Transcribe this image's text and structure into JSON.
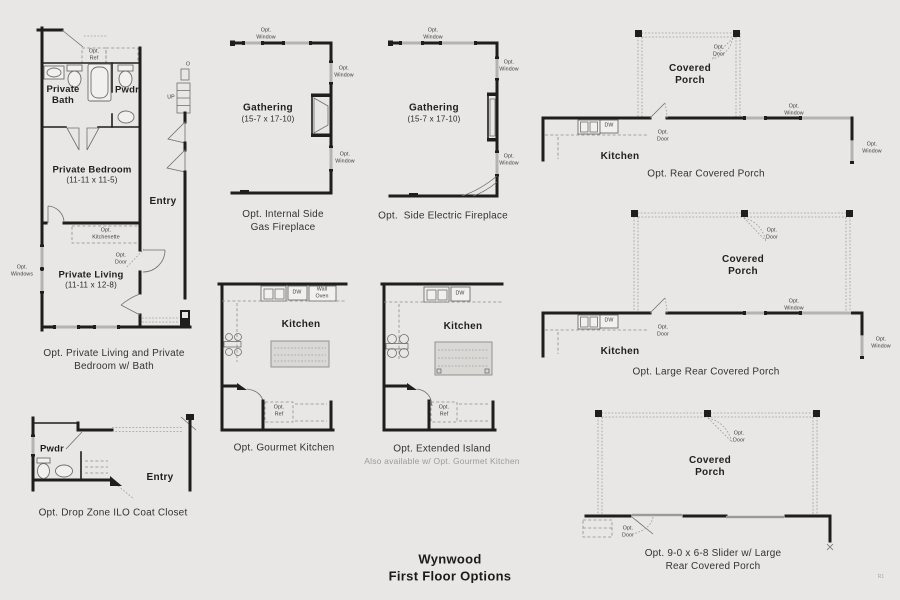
{
  "title": {
    "line1": "Wynwood",
    "line2": "First Floor Options"
  },
  "page_ref": "R1",
  "labels": {
    "opt": "Opt.",
    "window": "Window",
    "windows": "Windows",
    "door": "Door",
    "ref": "Ref",
    "dw": "DW",
    "wall": "Wall",
    "oven": "Oven",
    "kitchen": "Kitchen",
    "entry": "Entry",
    "pwdr": "Pwdr",
    "covered": "Covered",
    "porch": "Porch",
    "gathering": "Gathering",
    "gathering_dims": "(15-7 x 17-10)",
    "kitchenette": "Kitchenette",
    "up": "UP",
    "o": "O"
  },
  "plans": {
    "private_suite": {
      "bath_line1": "Private",
      "bath_line2": "Bath",
      "bedroom": "Private Bedroom",
      "bedroom_dims": "(11-11 x 11-5)",
      "living": "Private Living",
      "living_dims": "(11-11 x 12-8)",
      "caption_line1": "Opt. Private Living and Private",
      "caption_line2": "Bedroom w/ Bath"
    },
    "internal_gas_fireplace": {
      "caption_line1": "Opt. Internal Side",
      "caption_line2": "Gas Fireplace"
    },
    "side_electric_fireplace": {
      "caption": "Opt.  Side Electric Fireplace"
    },
    "rear_covered_porch": {
      "caption": "Opt. Rear Covered Porch"
    },
    "drop_zone": {
      "caption": "Opt. Drop Zone ILO Coat Closet"
    },
    "gourmet_kitchen": {
      "caption": "Opt. Gourmet Kitchen"
    },
    "extended_island": {
      "caption": "Opt. Extended Island",
      "subcaption": "Also available w/ Opt. Gourmet Kitchen"
    },
    "large_rear_covered_porch": {
      "caption": "Opt. Large Rear Covered Porch"
    },
    "slider_porch": {
      "caption_line1": "Opt. 9-0 x 6-8 Slider w/ Large",
      "caption_line2": "Rear Covered Porch"
    }
  },
  "colors": {
    "background": "#e8e7e5",
    "wall": "#1e1e1e",
    "window_fill": "#b3b3b1",
    "caption_text": "#333333",
    "muted_text": "#9b9b9b"
  }
}
